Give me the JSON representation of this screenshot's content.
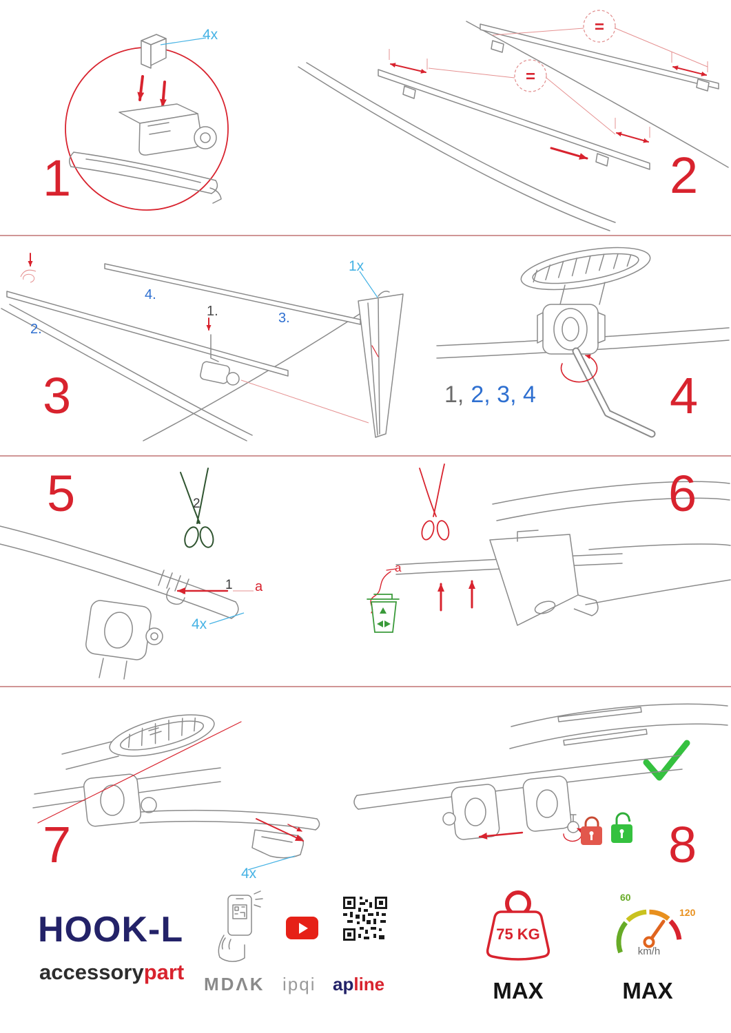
{
  "steps": {
    "s1": {
      "number": "1",
      "qty": "4x"
    },
    "s2": {
      "number": "2",
      "equal": "="
    },
    "s3": {
      "number": "3",
      "label1": "1.",
      "label2": "2.",
      "label3": "3.",
      "label4": "4.",
      "qty": "1x"
    },
    "s4": {
      "number": "4",
      "seq_done": "1,",
      "seq_todo": "2, 3, 4"
    },
    "s5": {
      "number": "5",
      "label1": "1",
      "label2": "2",
      "label_a": "a",
      "qty": "4x"
    },
    "s6": {
      "number": "6",
      "label_a": "a"
    },
    "s7": {
      "number": "7",
      "qty": "4x"
    },
    "s8": {
      "number": "8"
    }
  },
  "footer": {
    "product": "HOOK-L",
    "brand_accessory": "accessory",
    "brand_part": "part",
    "logo_mdak": "MDΛK",
    "logo_ipqi": "ipqi",
    "logo_ap": "ap",
    "logo_line": "line",
    "weight_value": "75 KG",
    "weight_max": "MAX",
    "speed_low": "60",
    "speed_high": "120",
    "speed_unit": "km/h",
    "speed_max": "MAX"
  },
  "colors": {
    "red": "#d8232e",
    "cyan": "#45b2e4",
    "blue": "#2e6fd0",
    "navy": "#232268",
    "green": "#35c13f",
    "orange": "#e8901e"
  }
}
